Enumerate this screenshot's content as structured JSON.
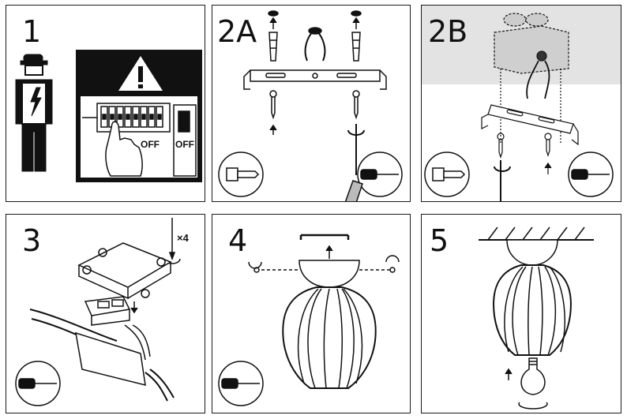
{
  "panels": [
    {
      "step": "1",
      "switch_off_label_1": "OFF",
      "switch_off_label_2": "OFF"
    },
    {
      "step": "2A"
    },
    {
      "step": "2B"
    },
    {
      "step": "3",
      "screw_count": "×4"
    },
    {
      "step": "4"
    },
    {
      "step": "5"
    }
  ],
  "colors": {
    "ink": "#1a1a1a",
    "ceiling_gray": "#e3e3e3",
    "warning_black": "#111111"
  },
  "icons": [
    "electrician-icon",
    "warning-icon",
    "breaker-panel-icon",
    "screw-icon",
    "screwdriver-icon",
    "rotate-arrow-icon",
    "lamp-shade-icon",
    "light-bulb-icon"
  ]
}
